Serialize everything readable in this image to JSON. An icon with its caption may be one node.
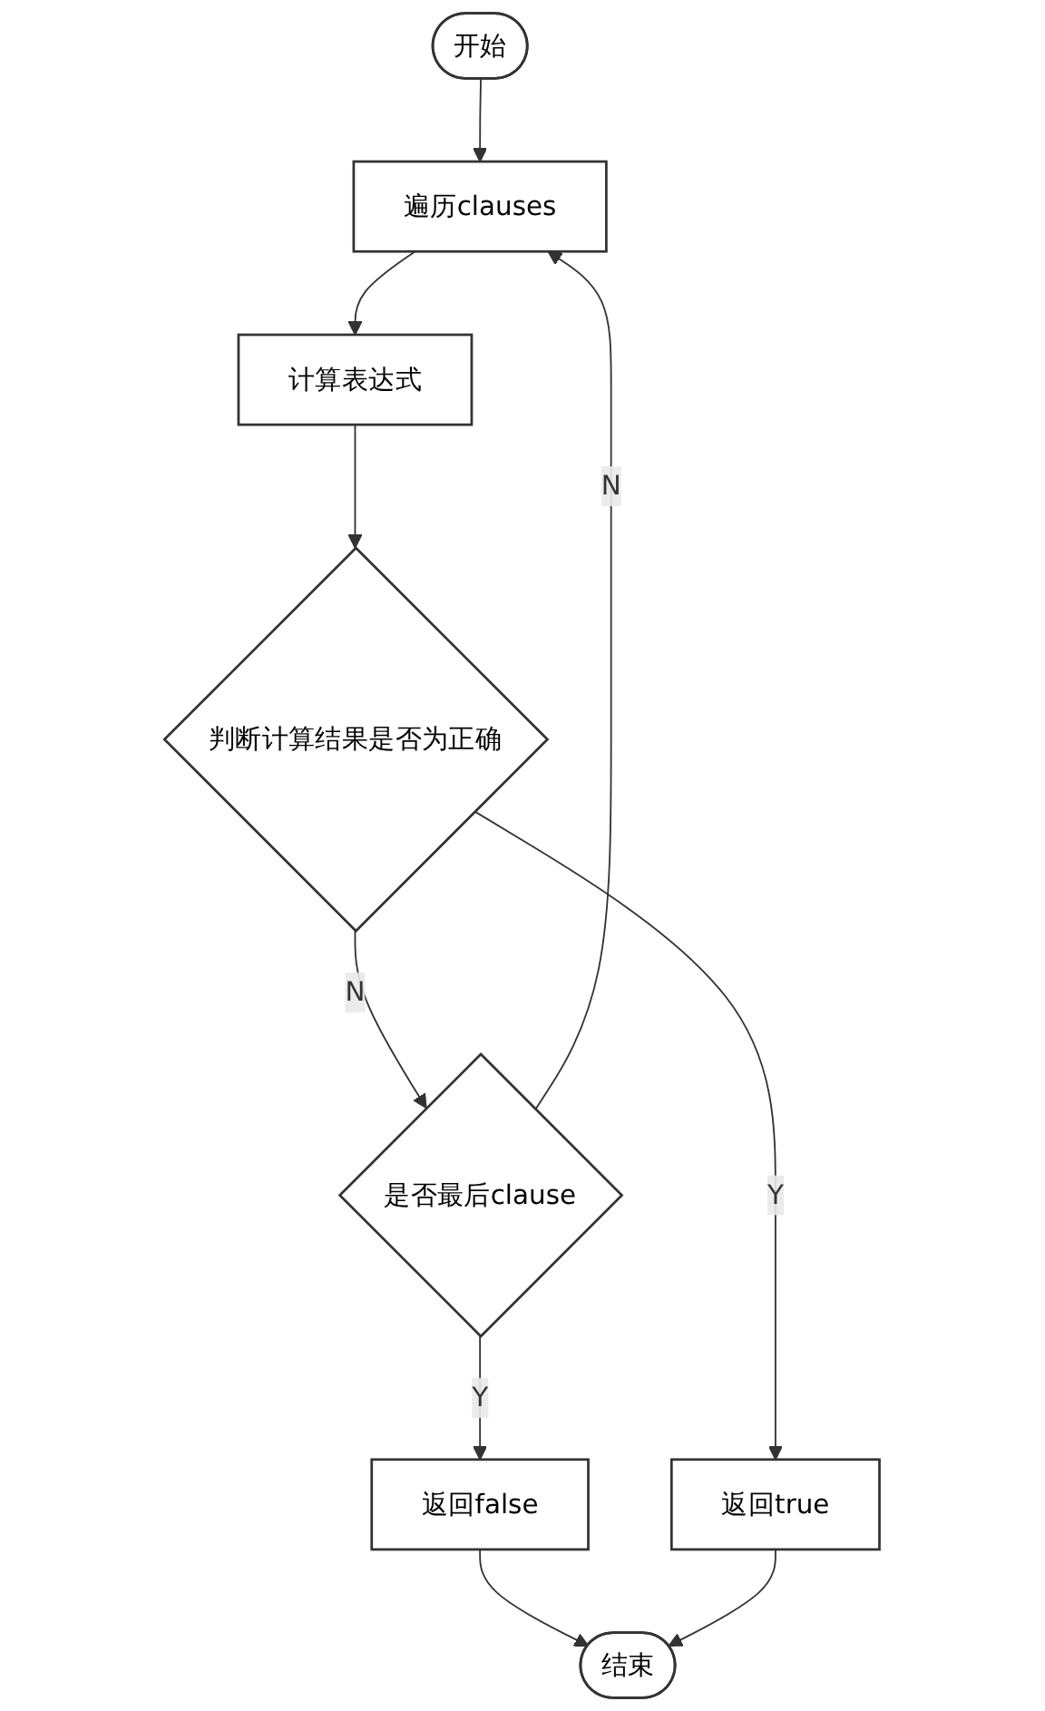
{
  "diagram": {
    "nodes": [
      {
        "text": [
          "开始"
        ]
      },
      {
        "text": [
          "遍历clauses"
        ]
      },
      {
        "text": [
          "计算表达式"
        ]
      },
      {
        "text": [
          "判断计算结果是否为正确"
        ]
      },
      {
        "text": [
          "是否最后clause"
        ]
      },
      {
        "text": [
          "返回false"
        ]
      },
      {
        "text": [
          "返回true"
        ]
      },
      {
        "text": [
          "结束"
        ]
      }
    ],
    "edges": [
      {
        "from": 0,
        "to": 1,
        "arrow": "to"
      },
      {
        "from": 1,
        "to": 2,
        "arrow": "to"
      },
      {
        "from": 2,
        "to": 3,
        "arrow": "to"
      },
      {
        "from": 3,
        "to": 4,
        "label": "N",
        "arrow": "to"
      },
      {
        "from": 3,
        "to": 6,
        "label": "Y",
        "arrow": "to"
      },
      {
        "from": 4,
        "to": 1,
        "label": "N",
        "arrow": "to"
      },
      {
        "from": 4,
        "to": 5,
        "label": "Y",
        "arrow": "to"
      },
      {
        "from": 5,
        "to": 7,
        "arrow": "to"
      },
      {
        "from": 6,
        "to": 7,
        "arrow": "to"
      }
    ]
  }
}
